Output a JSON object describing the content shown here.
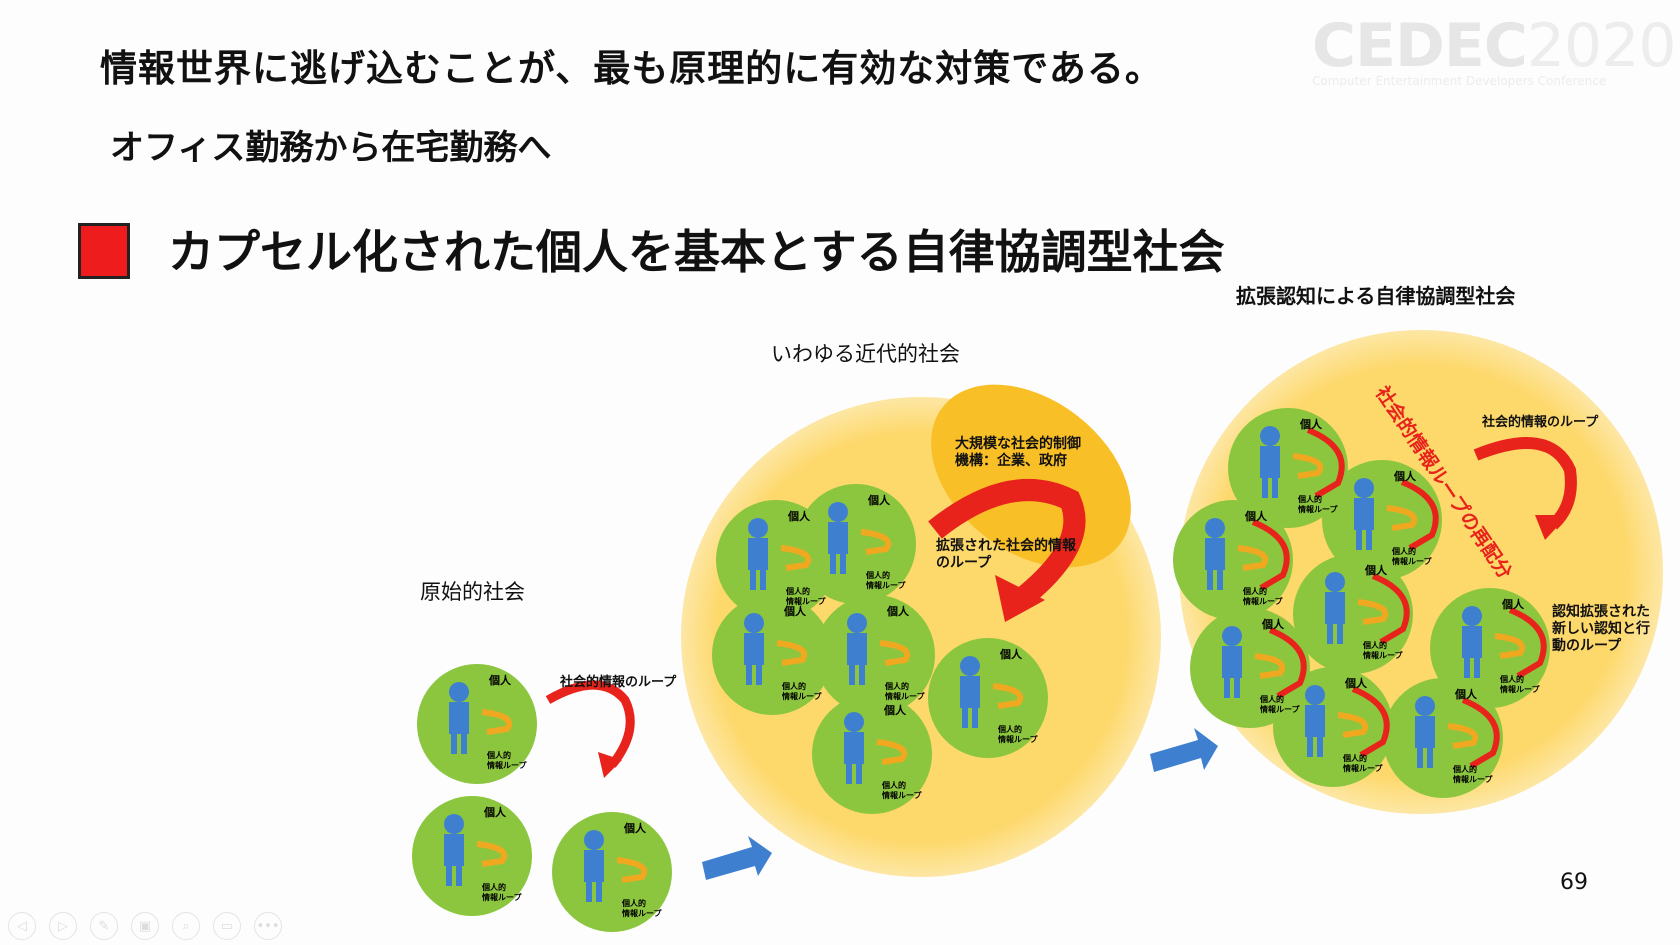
{
  "slide": {
    "title_line1": "情報世界に逃げ込むことが、最も原理的に有効な対策である。",
    "title_line2": "オフィス勤務から在宅勤務へ",
    "heading": "カプセル化された個人を基本とする自律協調型社会",
    "page_number": "69",
    "bullet_color": "#ee1c1c"
  },
  "logo": {
    "text": "CEDEC2020",
    "subtitle": "Computer Entertainment Developers Conference"
  },
  "diagram": {
    "primitive": {
      "title": "原始的社会",
      "loop_label": "社会的情報のループ"
    },
    "modern": {
      "title": "いわゆる近代的社会",
      "control_label_line1": "大規模な社会的制御",
      "control_label_line2": "機構：企業、政府",
      "loop_label_line1": "拡張された社会的情報",
      "loop_label_line2": "のループ"
    },
    "augmented": {
      "title": "拡張認知による自律協調型社会",
      "loop_label": "社会的情報のループ",
      "redistribution_label": "社会的情報ループの再配分",
      "new_loop_line1": "認知拡張された",
      "new_loop_line2": "新しい認知と行",
      "new_loop_line3": "動のループ"
    },
    "individual": {
      "label": "個人",
      "loop_label_line1": "個人的",
      "loop_label_line2": "情報ループ"
    },
    "colors": {
      "green": "#8cc63f",
      "yellow": "#fdd86a",
      "orange": "#f9bf26",
      "red": "#e8231c",
      "blue": "#3f7fd0"
    }
  },
  "controls": [
    {
      "icon": "previous-icon",
      "glyph": "◁"
    },
    {
      "icon": "next-icon",
      "glyph": "▷"
    },
    {
      "icon": "pen-icon",
      "glyph": "✎"
    },
    {
      "icon": "slides-icon",
      "glyph": "▣"
    },
    {
      "icon": "zoom-icon",
      "glyph": "⌕"
    },
    {
      "icon": "screen-icon",
      "glyph": "▭"
    },
    {
      "icon": "more-icon",
      "glyph": "•••"
    }
  ]
}
